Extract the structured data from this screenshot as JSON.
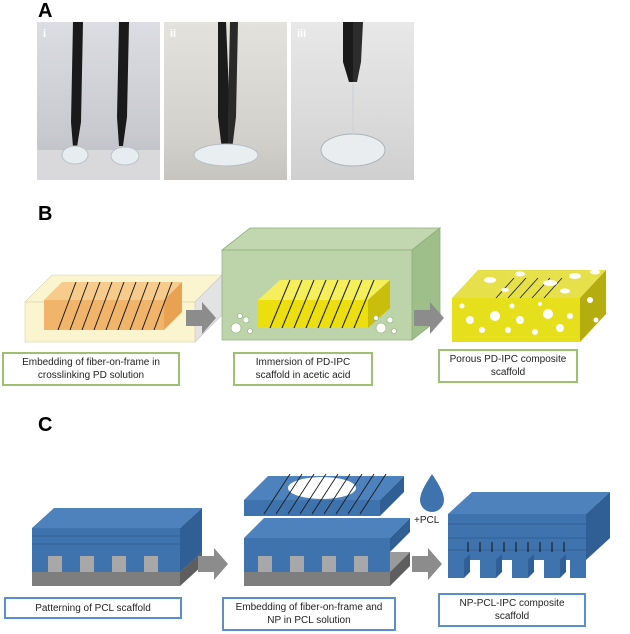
{
  "panel_a": {
    "letter": "A",
    "photos": [
      {
        "label": "i"
      },
      {
        "label": "ii"
      },
      {
        "label": "iii"
      }
    ]
  },
  "panel_b": {
    "letter": "B",
    "steps": [
      {
        "text": "Embedding of fiber-on-frame in crosslinking PD solution"
      },
      {
        "text": "Immersion of PD-IPC scaffold in acetic acid"
      },
      {
        "text": "Porous PD-IPC composite scaffold"
      }
    ]
  },
  "panel_c": {
    "letter": "C",
    "additive": "+PCL",
    "steps": [
      {
        "text": "Patterning of PCL scaffold"
      },
      {
        "text": "Embedding of fiber-on-frame and NP in PCL solution"
      },
      {
        "text": "NP-PCL-IPC composite scaffold"
      }
    ]
  },
  "colors": {
    "green_border": "#9dc16e",
    "blue_border": "#5b8fc9",
    "pcl_blue": "#3f73ad",
    "fiber_orange": "#f0b46a",
    "composite_yellow": "#e6e01c",
    "arrow_gray": "#8c8c8c"
  }
}
